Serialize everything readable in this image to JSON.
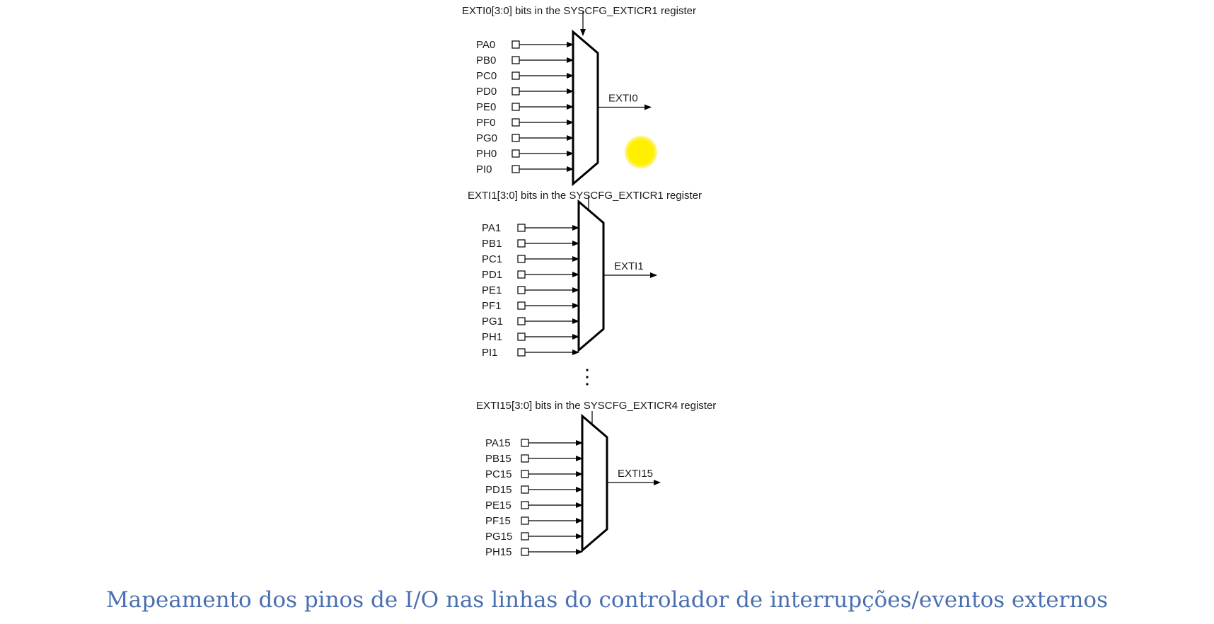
{
  "muxes": [
    {
      "register_label": "EXTI0[3:0] bits in the SYSCFG_EXTICR1 register",
      "output_label": "EXTI0",
      "inputs": [
        "PA0",
        "PB0",
        "PC0",
        "PD0",
        "PE0",
        "PF0",
        "PG0",
        "PH0",
        "PI0"
      ]
    },
    {
      "register_label": "EXTI1[3:0] bits in the SYSCFG_EXTICR1 register",
      "output_label": "EXTI1",
      "inputs": [
        "PA1",
        "PB1",
        "PC1",
        "PD1",
        "PE1",
        "PF1",
        "PG1",
        "PH1",
        "PI1"
      ]
    },
    {
      "register_label": "EXTI15[3:0] bits in the SYSCFG_EXTICR4 register",
      "output_label": "EXTI15",
      "inputs": [
        "PA15",
        "PB15",
        "PC15",
        "PD15",
        "PE15",
        "PF15",
        "PG15",
        "PH15"
      ]
    }
  ],
  "caption": "Mapeamento dos pinos de I/O nas linhas do controlador de interrupções/eventos externos",
  "colors": {
    "caption": "#4a6fb0",
    "highlight_dot": "#ffee00",
    "lines": "#000000"
  }
}
